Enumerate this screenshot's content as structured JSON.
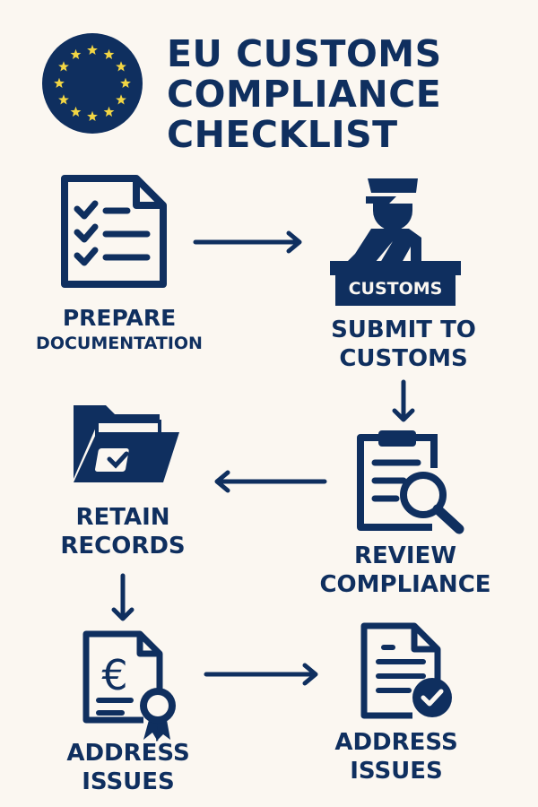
{
  "header": {
    "title_lines": [
      "EU CUSTOMS",
      "COMPLIANCE",
      "CHECKLIST"
    ],
    "logo": "eu-flag-circle"
  },
  "colors": {
    "navy": "#0f2f5f",
    "star": "#f2d644",
    "background": "#fbf7f1"
  },
  "steps": [
    {
      "icon": "checklist-document-icon",
      "line1": "PREPARE",
      "line2": "DOCUMENTATION"
    },
    {
      "icon": "customs-officer-icon",
      "line1": "SUBMIT TO",
      "line2": "CUSTOMS",
      "desk_label": "CUSTOMS"
    },
    {
      "icon": "clipboard-magnifier-icon",
      "line1": "REVIEW",
      "line2": "COMPLIANCE"
    },
    {
      "icon": "folder-check-icon",
      "line1": "RETAIN",
      "line2": "RECORDS"
    },
    {
      "icon": "euro-certificate-icon",
      "line1": "ADDRESS",
      "line2": "ISSUES"
    },
    {
      "icon": "document-check-icon",
      "line1": "ADDRESS",
      "line2": "ISSUES"
    }
  ]
}
